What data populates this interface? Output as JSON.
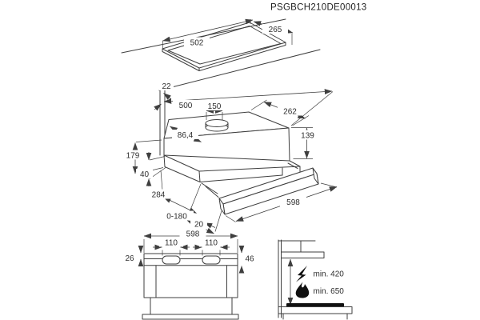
{
  "title": "PSGBCH210DE00013",
  "views": {
    "top": {
      "width": "502",
      "depth": "265"
    },
    "iso": {
      "rail_width": "22",
      "body_width": "500",
      "duct_diameter": "150",
      "body_depth": "262",
      "duct_offset": "86,4",
      "body_height": "139",
      "total_height": "179",
      "visor_height": "40",
      "chassis_depth": "284",
      "extension_range": "0-180",
      "front_lip": "20",
      "front_width": "598"
    },
    "front": {
      "width": "598",
      "slot_left": "110",
      "slot_right": "110",
      "top_band_height": "26",
      "visor_height": "46"
    },
    "clearance": {
      "electric_min": "min. 420",
      "gas_min": "min. 650",
      "icons": [
        "lightning-icon",
        "flame-icon"
      ]
    }
  },
  "colors": {
    "line": "#3f3f3f",
    "text": "#2e2e2e",
    "icon_fill": "#101010",
    "background": "#ffffff"
  }
}
